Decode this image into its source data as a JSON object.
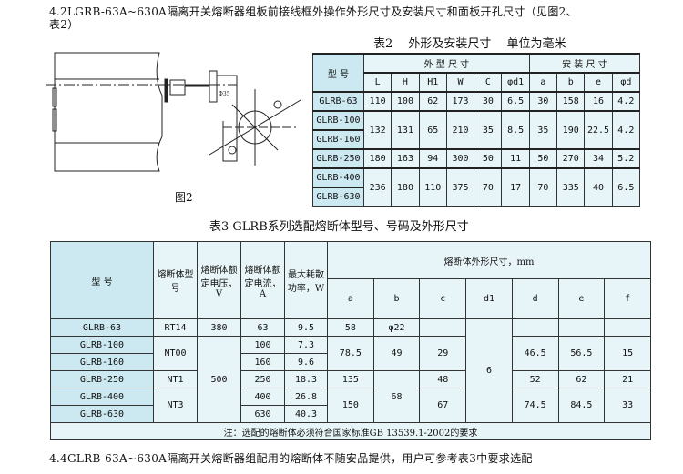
{
  "heading": {
    "line1": "4.2LGRB-63A~630A隔离开关熔断器组板前接线框外操作外形尺寸及安装尺寸和面板开孔尺寸（见图2、",
    "line2": "表2）"
  },
  "figure": {
    "caption": "图2",
    "dim_label": "Φ35"
  },
  "table2": {
    "title": "表2　 外形及安装尺寸　 单位为毫米",
    "model_header": "型 号",
    "group1": "外 型 尺 寸",
    "group2": "安 装 尺 寸",
    "cols": [
      "L",
      "H",
      "H1",
      "W",
      "C",
      "φd1",
      "a",
      "b",
      "e",
      "φd"
    ],
    "rows": [
      {
        "models": [
          "GLRB-63"
        ],
        "values": [
          "110",
          "100",
          "62",
          "173",
          "30",
          "6.5",
          "30",
          "158",
          "16",
          "4.2"
        ]
      },
      {
        "models": [
          "GLRB-100",
          "GLRB-160"
        ],
        "values": [
          "132",
          "131",
          "65",
          "210",
          "35",
          "8.5",
          "35",
          "190",
          "22.5",
          "4.2"
        ]
      },
      {
        "models": [
          "GLRB-250"
        ],
        "values": [
          "180",
          "163",
          "94",
          "300",
          "50",
          "11",
          "50",
          "270",
          "34",
          "5.2"
        ]
      },
      {
        "models": [
          "GLRB-400",
          "GLRB-630"
        ],
        "values": [
          "236",
          "180",
          "110",
          "375",
          "70",
          "17",
          "70",
          "335",
          "40",
          "6.5"
        ]
      }
    ]
  },
  "table3": {
    "title": "表3 GLRB系列选配熔断体型号、号码及外形尺寸",
    "headers": {
      "model": "型 号",
      "fuse_model": "熔断体型号",
      "voltage": "熔断体额定电压，V",
      "current": "熔断体额定电流，A",
      "power": "最大耗散功率，W",
      "dims": "熔断体外形尺寸，mm"
    },
    "dim_cols": [
      "a",
      "b",
      "c",
      "d1",
      "d",
      "e",
      "f"
    ],
    "models": [
      "GLRB-63",
      "GLRB-100",
      "GLRB-160",
      "GLRB-250",
      "GLRB-400",
      "GLRB-630"
    ],
    "fuse_models": [
      "RT14",
      "NT00",
      "NT1",
      "NT3"
    ],
    "voltages": [
      "380",
      "500"
    ],
    "currents": [
      "63",
      "100",
      "160",
      "250",
      "400",
      "630"
    ],
    "powers": [
      "9.5",
      "7.3",
      "9.6",
      "18.3",
      "26.8",
      "40.3"
    ],
    "a": [
      "58",
      "78.5",
      "135",
      "150"
    ],
    "b": [
      "φ22",
      "49",
      "68"
    ],
    "c": [
      "29",
      "48",
      "67"
    ],
    "d1": [
      "6"
    ],
    "d": [
      "46.5",
      "52",
      "74.5"
    ],
    "e": [
      "56.5",
      "62",
      "84.5"
    ],
    "f": [
      "15",
      "21",
      "33"
    ],
    "note": "注：选配的熔断体必须符合国家标准GB 13539.1-2002的要求"
  },
  "footer": "4.4GLRB-63A~630A隔离开关熔断器组配用的熔断体不随安品提供，用户可参考表3中要求选配"
}
